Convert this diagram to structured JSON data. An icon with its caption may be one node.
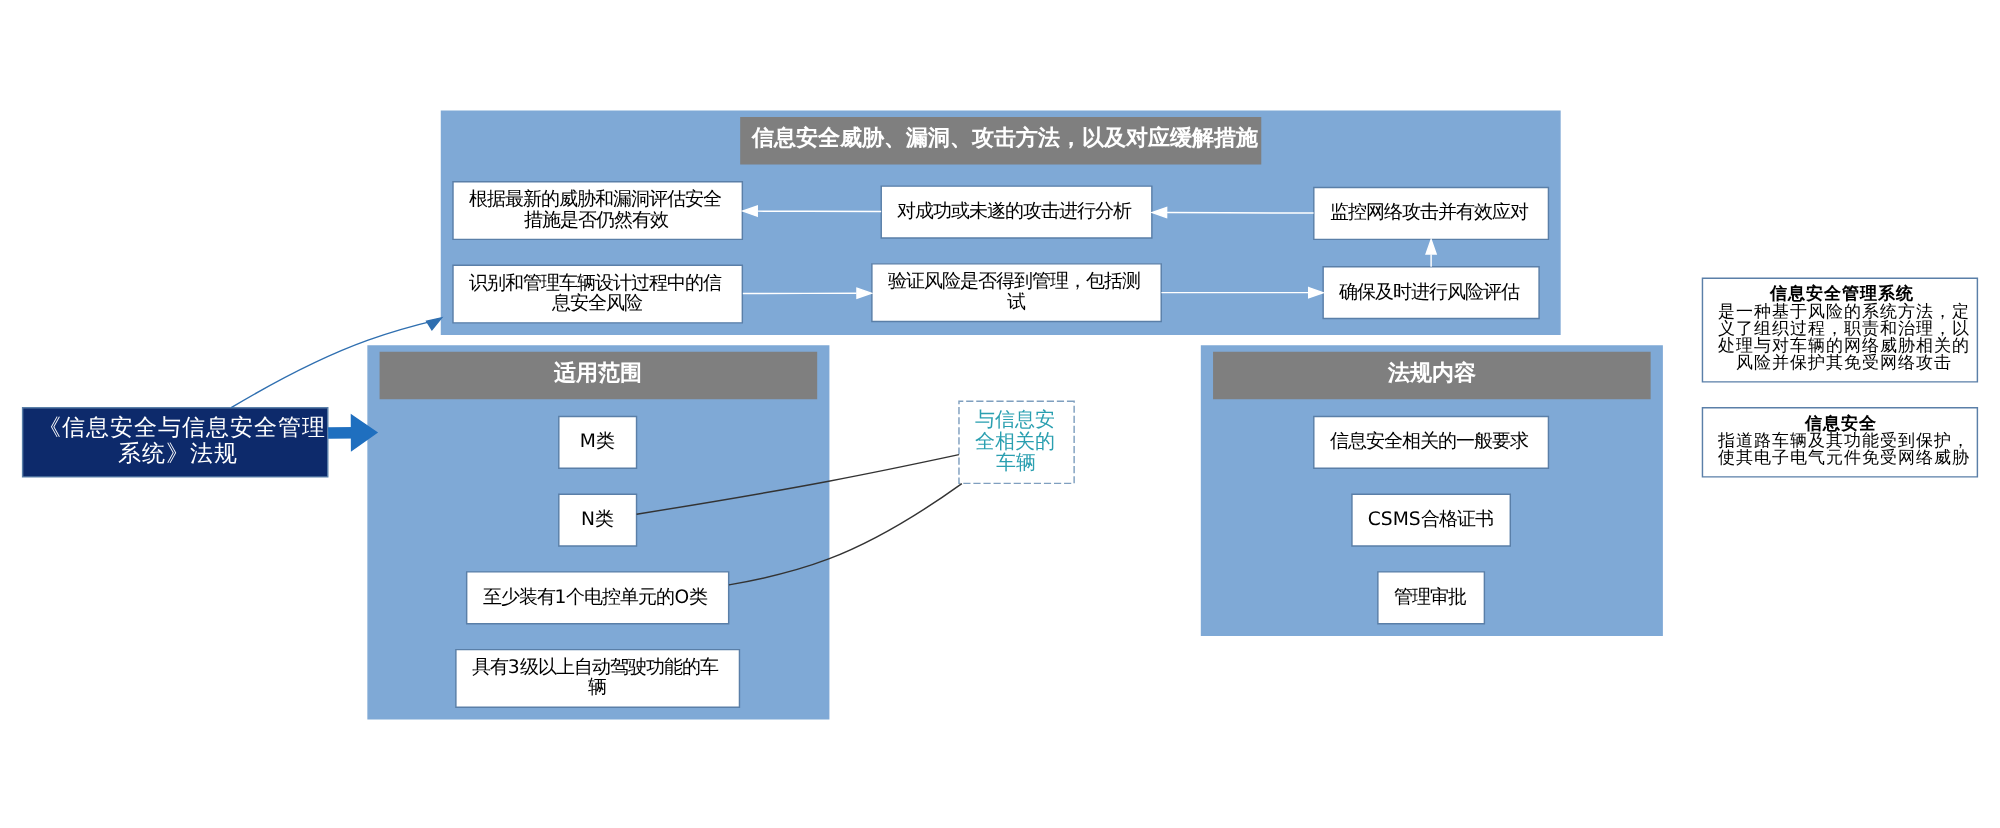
{
  "diagram": {
    "nodes": [
      {
        "text": [
          "《信息安全与信息安全管理系统》法规"
        ]
      },
      {
        "text": [
          "适用范围"
        ]
      },
      {
        "text": [
          "M类"
        ],
        "in": 1
      },
      {
        "text": [
          "N类"
        ],
        "in": 1
      },
      {
        "text": [
          "至少装有1个电控单元的O类"
        ],
        "in": 1
      },
      {
        "text": [
          "具有3级以上自动驾驶功能的车辆"
        ],
        "in": 1
      },
      {
        "text": [
          "与信息安全相关的车辆"
        ]
      },
      {
        "text": [
          "法规内容"
        ]
      },
      {
        "text": [
          "信息安全相关的一般要求"
        ],
        "in": 7
      },
      {
        "text": [
          "CSMS合格证书"
        ],
        "in": 7
      },
      {
        "text": [
          "管理审批"
        ],
        "in": 7
      },
      {
        "text": [
          "信息安全",
          "指道路车辆及其功能受到保护，使其电子电气元件免受网络威胁"
        ]
      },
      {
        "text": [
          "信息安全管理系统",
          "是一种基于风险的系统方法，定义了组织过程，职责和治理，以处理与对车辆的网络威胁相关的风险并保护其免受网络攻击"
        ]
      },
      {
        "text": [
          "信息安全威胁、漏洞、攻击方法，以及对应缓解措施"
        ]
      },
      {
        "text": [
          "识别和管理车辆设计过程中的信息安全风险"
        ],
        "in": 13
      },
      {
        "text": [
          "验证风险是否得到管理，包括测试"
        ],
        "in": 13
      },
      {
        "text": [
          "确保及时进行风险评估"
        ],
        "in": 13
      },
      {
        "text": [
          "监控网络攻击并有效应对"
        ],
        "in": 13
      },
      {
        "text": [
          "对成功或未遂的攻击进行分析"
        ],
        "in": 13
      },
      {
        "text": [
          "根据最新的威胁和漏洞评估安全措施是否仍然有效"
        ],
        "in": 13
      }
    ],
    "edges": [
      {
        "from": 0,
        "to": 1,
        "arrow": "to",
        "style": "thick",
        "color": "#1f6fbf"
      },
      {
        "from": 3,
        "to": 6,
        "arrow": "none",
        "color": "#333333"
      },
      {
        "from": 4,
        "to": 6,
        "arrow": "none",
        "color": "#333333"
      },
      {
        "from": 0,
        "to": 13,
        "arrow": "to",
        "color": "#2f6fb0"
      },
      {
        "from": 14,
        "to": 15,
        "arrow": "to"
      },
      {
        "from": 15,
        "to": 16,
        "arrow": "to"
      },
      {
        "from": 16,
        "to": 17,
        "arrow": "to"
      },
      {
        "from": 17,
        "to": 18,
        "arrow": "to"
      },
      {
        "from": 18,
        "to": 19,
        "arrow": "to"
      }
    ]
  }
}
